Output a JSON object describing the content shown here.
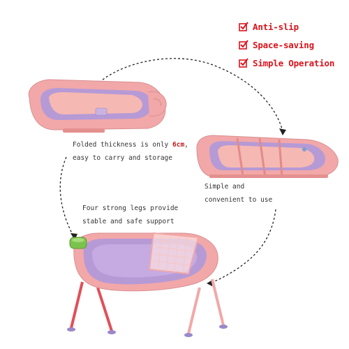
{
  "features": [
    {
      "label": "Anti-slip",
      "icon": "checked-box-icon"
    },
    {
      "label": "Space-saving",
      "icon": "checked-box-icon"
    },
    {
      "label": "Simple Operation",
      "icon": "checked-box-icon"
    }
  ],
  "captions": {
    "folded_line1_prefix": "Folded thickness is only ",
    "folded_line1_highlight": "6cm",
    "folded_line1_suffix": ",",
    "folded_line2": "easy to carry and storage",
    "simple_line1": "Simple and",
    "simple_line2": "convenient to use",
    "legs_line1": "Four strong legs provide",
    "legs_line2": "stable and safe support"
  },
  "colors": {
    "accent_red": "#d8141c",
    "tub_pink": "#f2a8a8",
    "tub_purple": "#b69ad6",
    "leg_red": "#e0505a",
    "clip_green": "#7cc24e"
  }
}
